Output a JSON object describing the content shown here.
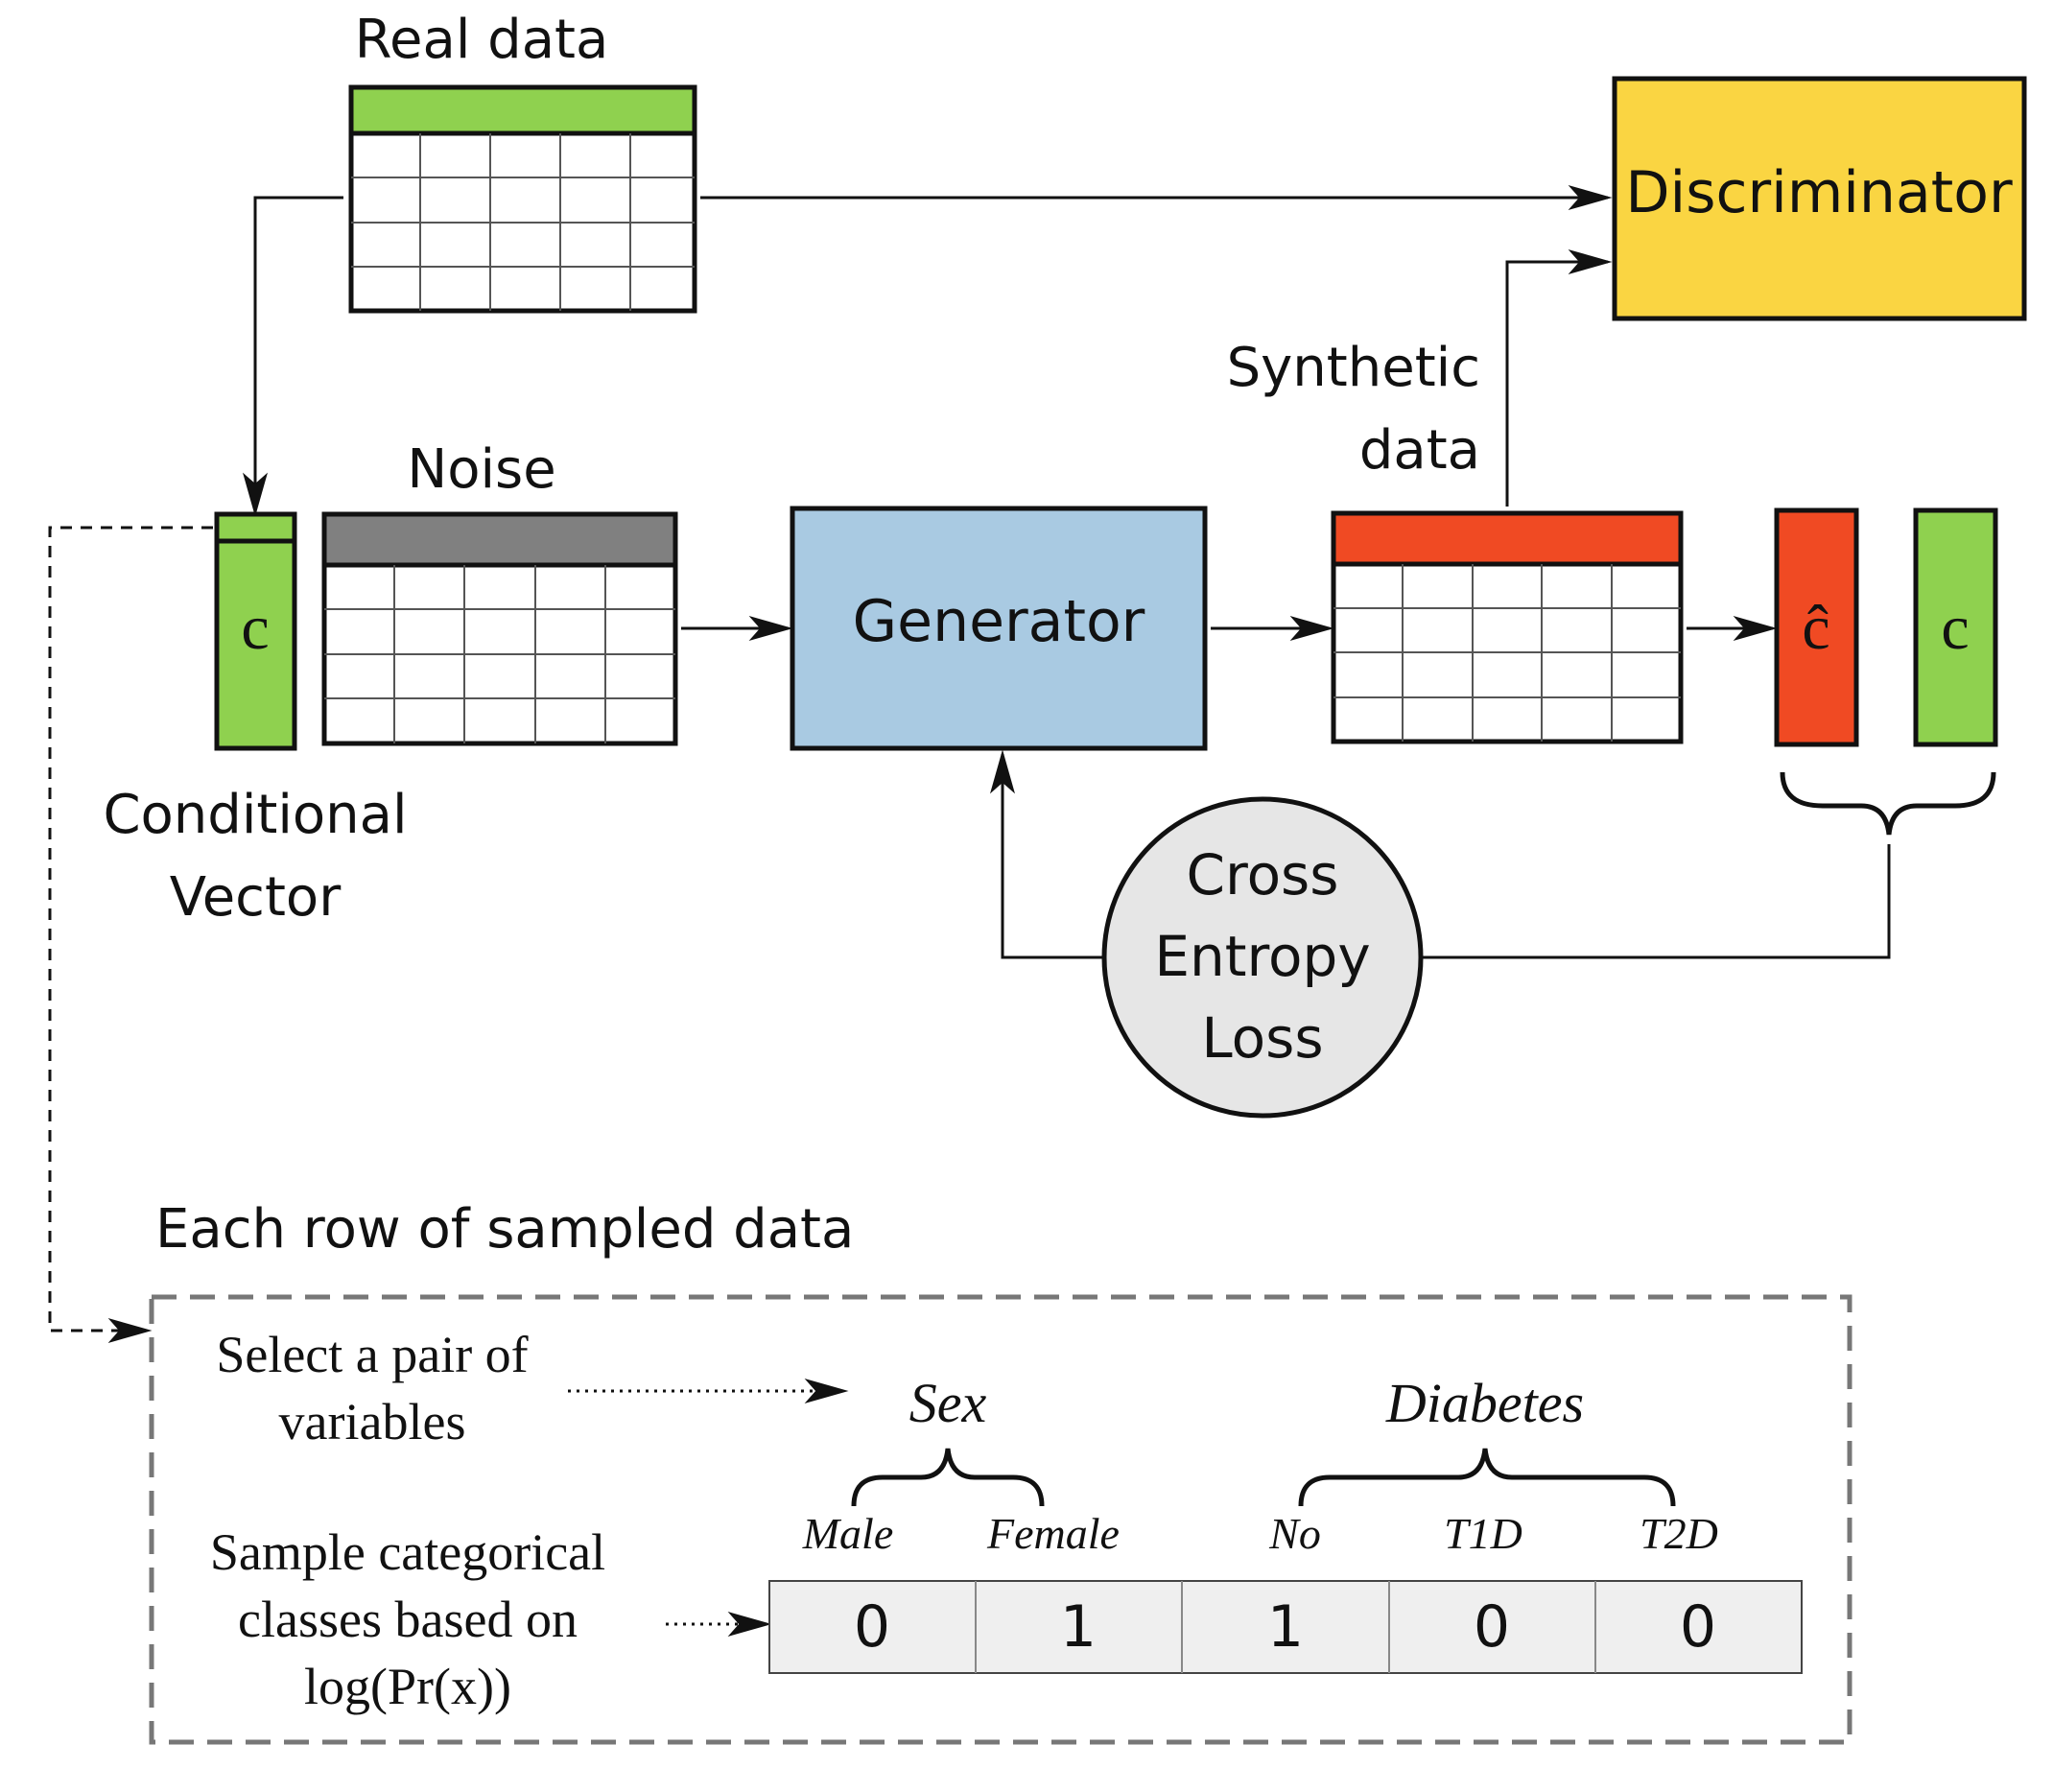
{
  "real_data": {
    "label": "Real data",
    "color": "#8fd14f"
  },
  "discriminator": {
    "label": "Discriminator",
    "color": "#fad542"
  },
  "synthetic_data": {
    "label_line1": "Synthetic",
    "label_line2": "data",
    "color": "#f04a23"
  },
  "noise": {
    "label": "Noise",
    "color": "#808080"
  },
  "conditional_vector": {
    "symbol": "c",
    "label_line1": "Conditional",
    "label_line2": "Vector",
    "color": "#8fd14f"
  },
  "generator": {
    "label": "Generator",
    "color": "#a9cae2"
  },
  "c_hat": {
    "symbol": "ĉ",
    "color": "#f04a23"
  },
  "c_vec": {
    "symbol": "c",
    "color": "#8fd14f"
  },
  "loss": {
    "line1": "Cross",
    "line2": "Entropy",
    "line3": "Loss",
    "color": "#e6e6e6"
  },
  "sampling": {
    "title": "Each row of sampled data",
    "step1_line1": "Select a pair of",
    "step1_line2": "variables",
    "step2_line1": "Sample categorical",
    "step2_line2": "classes based on",
    "step2_line3": "log(Pr(x))",
    "variables": [
      {
        "name": "Sex",
        "classes": [
          "Male",
          "Female"
        ]
      },
      {
        "name": "Diabetes",
        "classes": [
          "No",
          "T1D",
          "T2D"
        ]
      }
    ],
    "values": [
      "0",
      "1",
      "1",
      "0",
      "0"
    ]
  }
}
